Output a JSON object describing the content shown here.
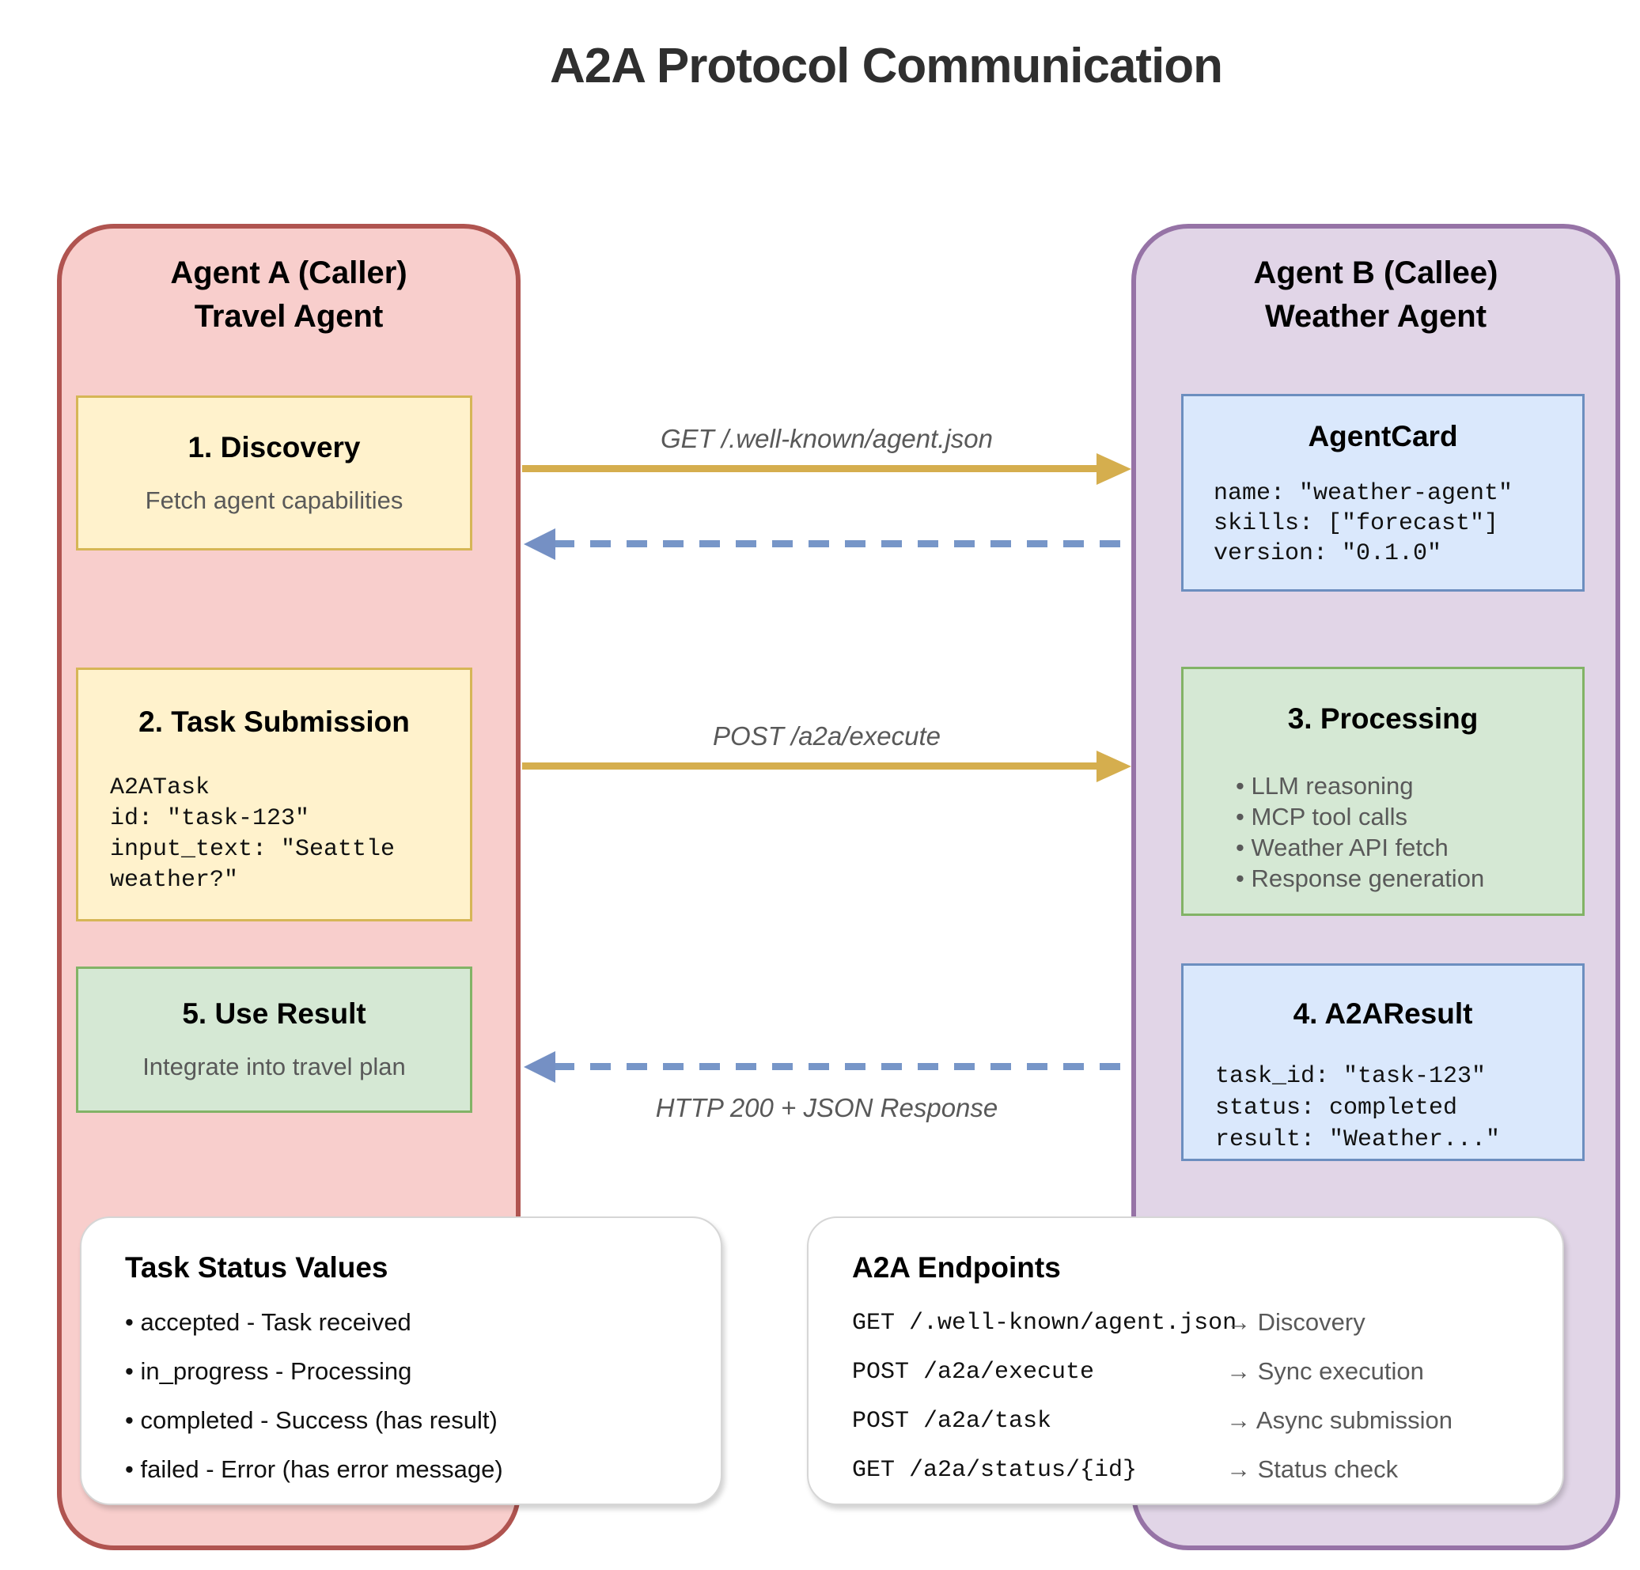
{
  "title": "A2A Protocol Communication",
  "agent_a": {
    "name_line1": "Agent A (Caller)",
    "name_line2": "Travel Agent",
    "discovery": {
      "title": "1. Discovery",
      "subtitle": "Fetch agent capabilities"
    },
    "task_submission": {
      "title": "2. Task Submission",
      "code": "A2ATask\nid: \"task-123\"\ninput_text: \"Seattle\nweather?\""
    },
    "use_result": {
      "title": "5. Use Result",
      "subtitle": "Integrate into travel plan"
    }
  },
  "agent_b": {
    "name_line1": "Agent B (Callee)",
    "name_line2": "Weather Agent",
    "agent_card": {
      "title": "AgentCard",
      "code": "name: \"weather-agent\"\nskills: [\"forecast\"]\nversion: \"0.1.0\""
    },
    "processing": {
      "title": "3. Processing",
      "items": [
        "LLM reasoning",
        "MCP tool calls",
        "Weather API fetch",
        "Response generation"
      ]
    },
    "a2a_result": {
      "title": "4. A2AResult",
      "code": "task_id: \"task-123\"\nstatus: completed\nresult: \"Weather...\""
    }
  },
  "arrows": {
    "discovery_request_label": "GET /.well-known/agent.json",
    "execute_request_label": "POST /a2a/execute",
    "response_label": "HTTP 200 + JSON Response"
  },
  "task_status": {
    "title": "Task Status Values",
    "items": [
      "accepted - Task received",
      "in_progress - Processing",
      "completed - Success (has result)",
      "failed - Error (has error message)"
    ]
  },
  "endpoints": {
    "title": "A2A Endpoints",
    "rows": [
      {
        "path": "GET /.well-known/agent.json",
        "desc": "→ Discovery"
      },
      {
        "path": "POST /a2a/execute",
        "desc": "→ Sync execution"
      },
      {
        "path": "POST /a2a/task",
        "desc": "→ Async submission"
      },
      {
        "path": "GET /a2a/status/{id}",
        "desc": "→ Status check"
      }
    ]
  },
  "colors": {
    "agent_a_fill": "#f8cecc",
    "agent_a_border": "#b05450",
    "agent_b_fill": "#e1d5e7",
    "agent_b_border": "#9673a6",
    "step_yellow_fill": "#fff2cc",
    "step_yellow_border": "#d6b656",
    "step_green_fill": "#d5e8d4",
    "step_green_border": "#82b366",
    "step_blue_fill": "#dae8fc",
    "step_blue_border": "#6c8ebf",
    "request_arrow": "#d5ae4e",
    "response_arrow": "#7796c8",
    "label_text": "#595959"
  }
}
